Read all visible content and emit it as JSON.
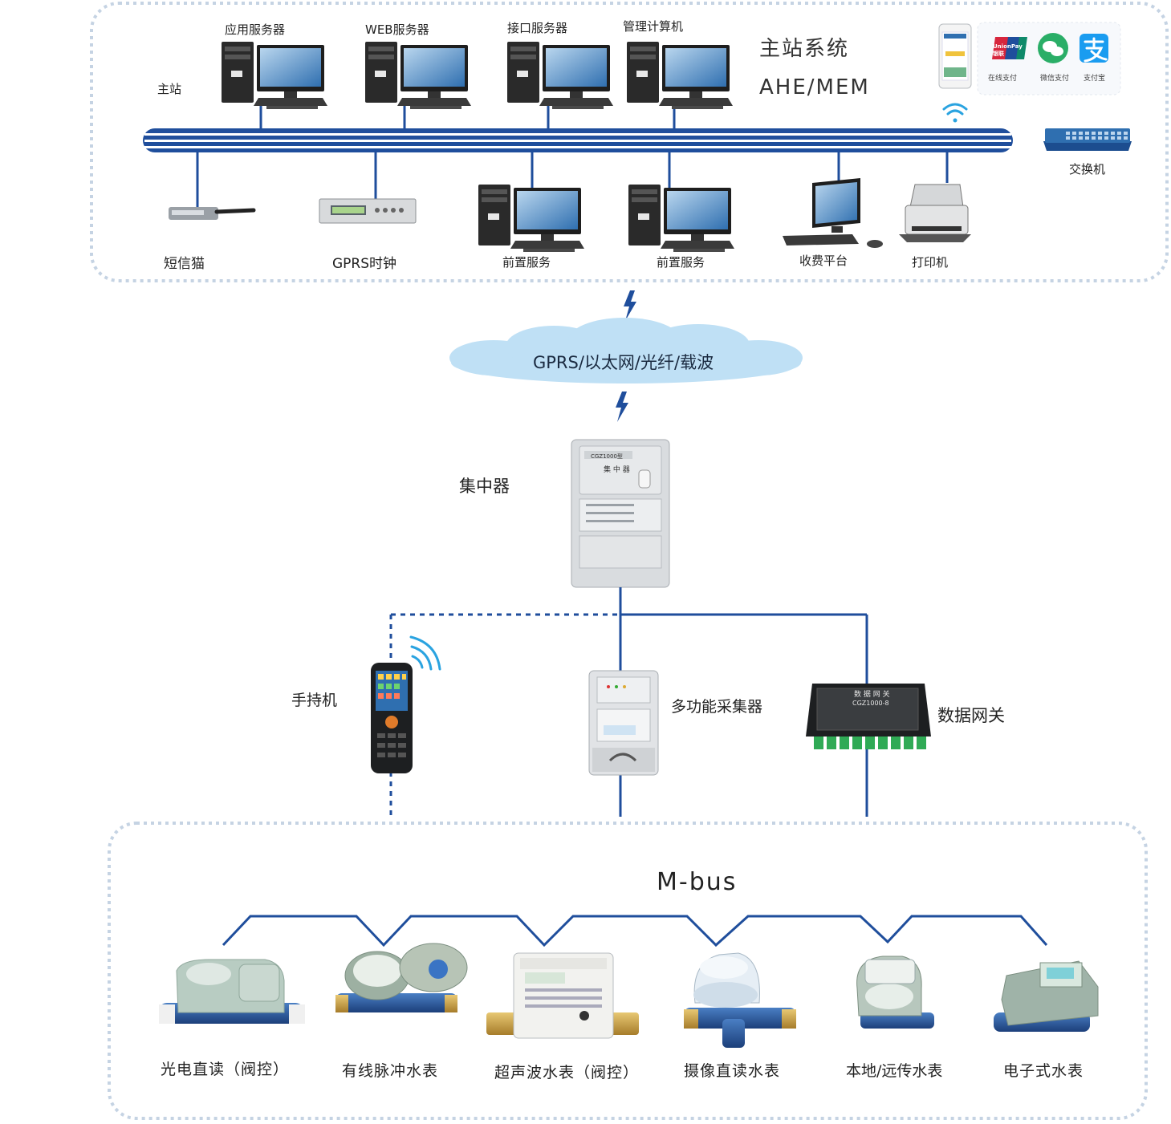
{
  "master": {
    "label": "主站",
    "title_cn": "主站系统",
    "title_en": "AHE/MEM",
    "top_servers": [
      "应用服务器",
      "WEB服务器",
      "接口服务器",
      "管理计算机"
    ],
    "bottom_devices": [
      "短信猫",
      "GPRS时钟",
      "前置服务",
      "前置服务",
      "收费平台",
      "打印机"
    ],
    "switch": "交换机",
    "payments": [
      "在线支付",
      "微信支付",
      "支付宝"
    ],
    "unionpay_logo": "UnionPay 银联"
  },
  "network": {
    "label": "GPRS/以太网/光纤/载波"
  },
  "concentrator": {
    "label": "集中器",
    "model_text": "CGZ1000型",
    "name_text": "集 中 器"
  },
  "field": {
    "handheld": "手持机",
    "collector": "多功能采集器",
    "gateway": "数据网关",
    "gateway_text": "数 据 网 关",
    "gateway_model": "CGZ1000-8"
  },
  "mbus": {
    "label": "M-bus",
    "meters": [
      "光电直读（阀控）",
      "有线脉冲水表",
      "超声波水表（阀控）",
      "摄像直读水表",
      "本地/远传水表",
      "电子式水表"
    ]
  },
  "colors": {
    "bus": "#1f4e9c",
    "border": "#c5d3e3",
    "cloud": "#bfe0f5",
    "lightning": "#1f4e9c"
  }
}
